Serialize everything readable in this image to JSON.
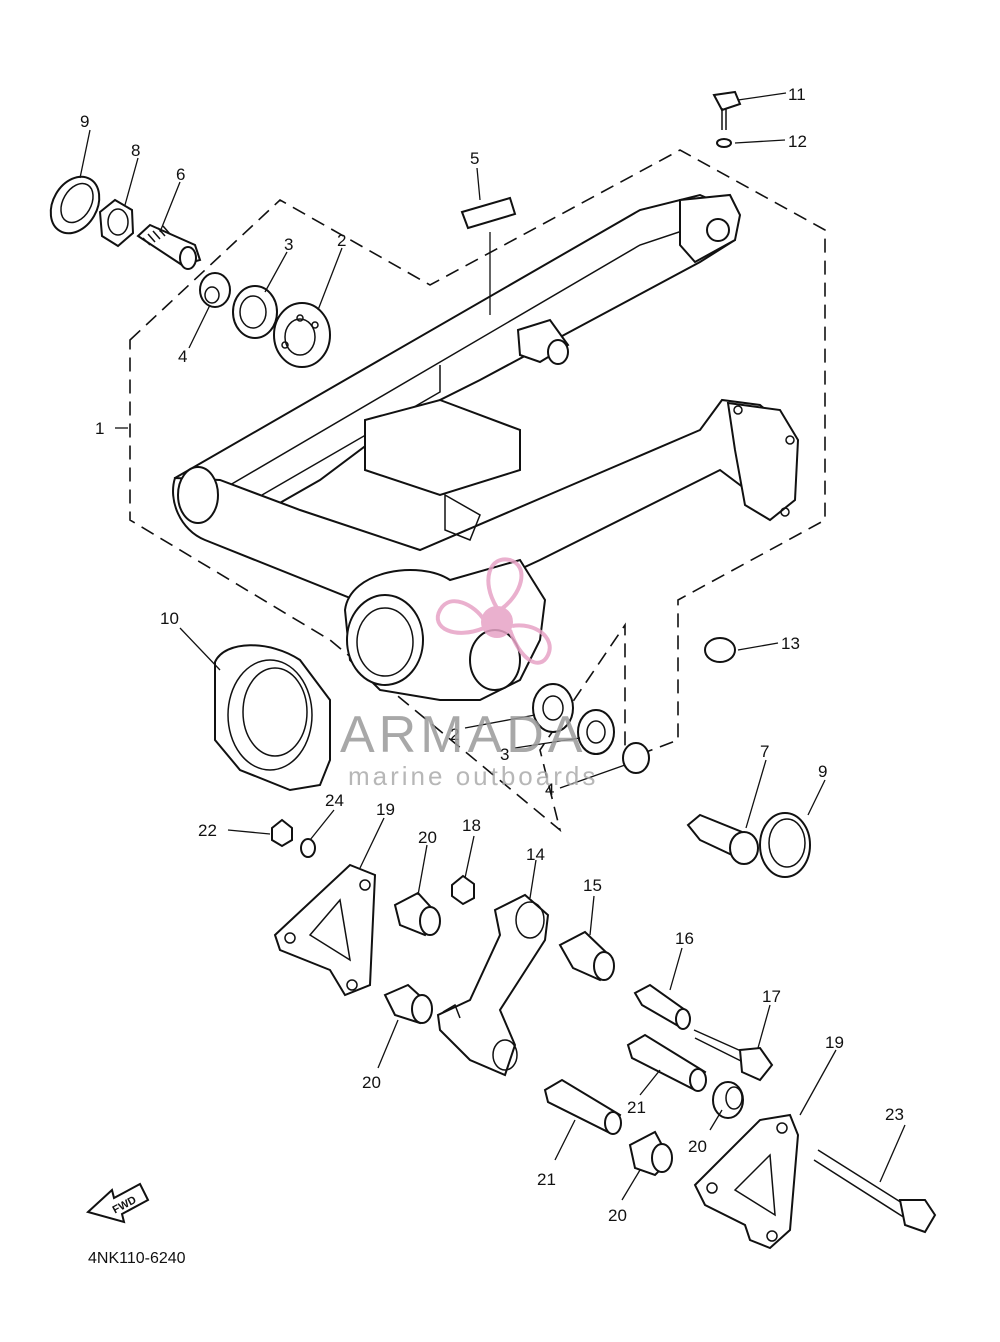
{
  "callouts": [
    "1",
    "2",
    "2",
    "3",
    "3",
    "4",
    "4",
    "5",
    "6",
    "7",
    "8",
    "9",
    "9",
    "10",
    "11",
    "12",
    "13",
    "14",
    "15",
    "16",
    "17",
    "18",
    "19",
    "19",
    "20",
    "20",
    "20",
    "20",
    "21",
    "21",
    "22",
    "23",
    "24"
  ],
  "diagram_code": "4NK110-6240",
  "direction_marker": {
    "text": "FWD",
    "icon": "fwd-arrow-icon"
  },
  "watermark": {
    "brand": "ARMADA",
    "tagline": "marine outboards",
    "icon": "propeller-logo-icon",
    "color": "#e7a3c6"
  }
}
